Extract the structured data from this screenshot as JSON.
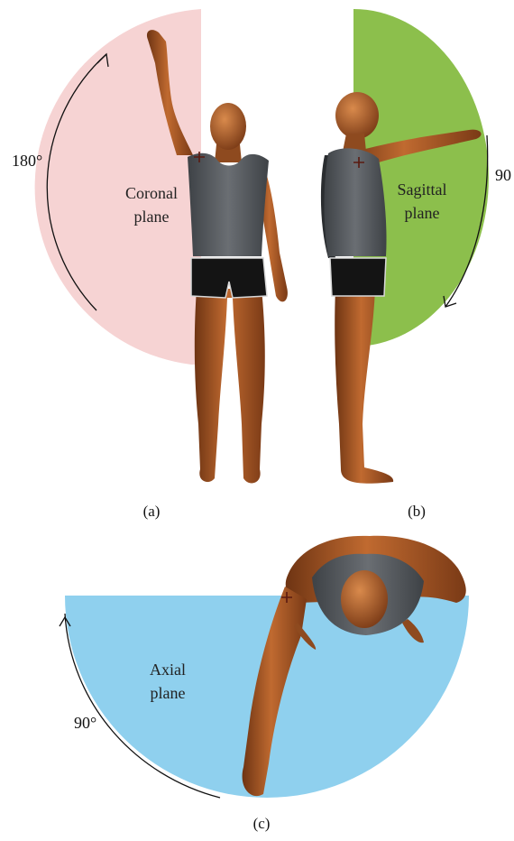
{
  "colors": {
    "coronal": "#f6d3d3",
    "sagittal": "#8cbf4c",
    "axial": "#8fd0ee",
    "skin": "#b9642c",
    "skin_dark": "#6e3413",
    "shirt": "#55595e",
    "shorts": "#141414",
    "arc": "#111111",
    "marker": "#5a1a10"
  },
  "panels": {
    "a": {
      "label": "(a)",
      "plane_line1": "Coronal",
      "plane_line2": "plane",
      "angle": "180°",
      "icon": "arrow-up-icon"
    },
    "b": {
      "label": "(b)",
      "plane_line1": "Sagittal",
      "plane_line2": "plane",
      "angle": "90",
      "icon": "arrow-down-icon"
    },
    "c": {
      "label": "(c)",
      "plane_line1": "Axial",
      "plane_line2": "plane",
      "angle": "90°",
      "icon": "arrow-up-icon"
    }
  }
}
